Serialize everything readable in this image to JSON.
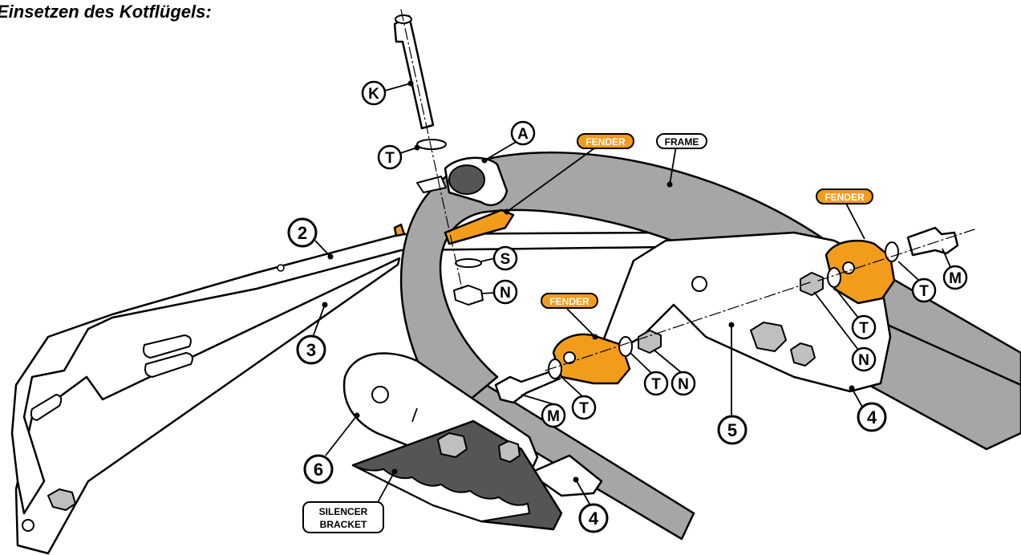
{
  "heading": "Einsetzen des Kotflügels:",
  "colors": {
    "fender": "#f39c1c",
    "frame": "#a6a6a6",
    "bracket_dark": "#555555",
    "line": "#000000"
  },
  "letter_callouts": {
    "k": "K",
    "a": "A",
    "t_top": "T",
    "s": "S",
    "n_left": "N",
    "m_left": "M",
    "t_left": "T",
    "t_mid": "T",
    "n_mid": "N",
    "t_right_upper": "T",
    "n_right": "N",
    "t_right_far": "T",
    "m_right": "M"
  },
  "number_callouts": {
    "n2": "2",
    "n3": "3",
    "n4_right": "4",
    "n5": "5",
    "n6": "6",
    "n4_bottom": "4"
  },
  "tags": {
    "fender_top": "FENDER",
    "frame": "FRAME",
    "fender_right": "FENDER",
    "fender_left": "FENDER",
    "silencer_line1": "SILENCER",
    "silencer_line2": "BRACKET"
  }
}
